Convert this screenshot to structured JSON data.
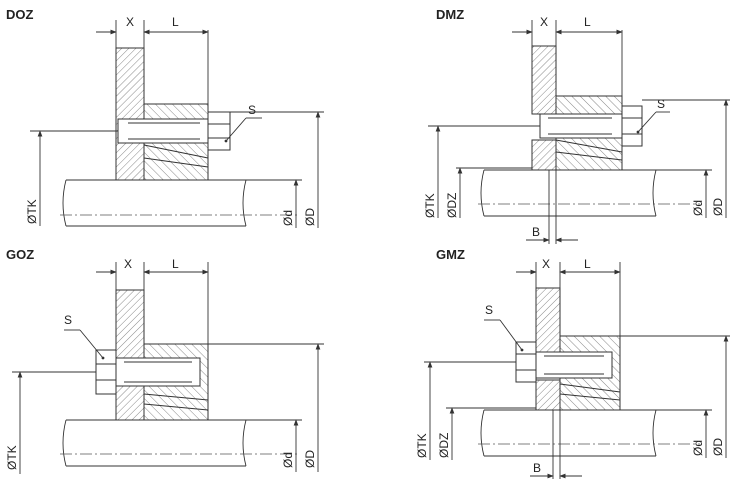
{
  "panels": [
    {
      "title": "DOZ",
      "labels": {
        "x": "X",
        "l": "L",
        "s": "S",
        "tk": "ØTK",
        "d": "Ød",
        "dd": "ØD"
      }
    },
    {
      "title": "DMZ",
      "labels": {
        "x": "X",
        "l": "L",
        "s": "S",
        "tk": "ØTK",
        "dz": "ØDZ",
        "d": "Ød",
        "dd": "ØD",
        "b": "B"
      }
    },
    {
      "title": "GOZ",
      "labels": {
        "x": "X",
        "l": "L",
        "s": "S",
        "tk": "ØTK",
        "d": "Ød",
        "dd": "ØD"
      }
    },
    {
      "title": "GMZ",
      "labels": {
        "x": "X",
        "l": "L",
        "s": "S",
        "tk": "ØTK",
        "dz": "ØDZ",
        "d": "Ød",
        "dd": "ØD",
        "b": "B"
      }
    }
  ]
}
